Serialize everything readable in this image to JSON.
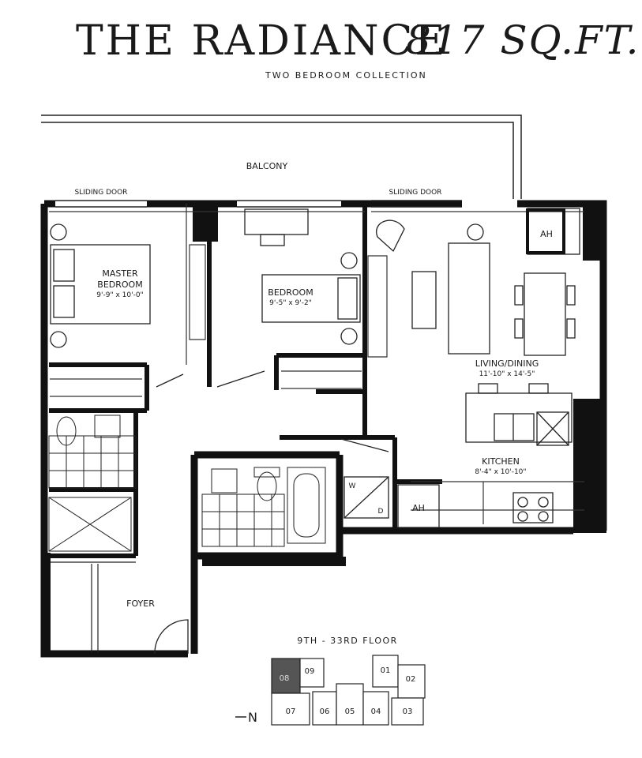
{
  "header": {
    "title": "THE RADIANCE",
    "area": "817 SQ.FT.",
    "collection": "TWO BEDROOM COLLECTION"
  },
  "rooms": {
    "balcony": "BALCONY",
    "sliding_door_left": "SLIDING DOOR",
    "sliding_door_right": "SLIDING DOOR",
    "master_line1": "MASTER",
    "master_line2": "BEDROOM",
    "master_dims": "9'-9\" x 10'-0\"",
    "bedroom": "BEDROOM",
    "bedroom_dims": "9'-5\" x 9'-2\"",
    "living": "LIVING/DINING",
    "living_dims": "11'-10\" x 14'-5\"",
    "kitchen": "KITCHEN",
    "kitchen_dims": "8'-4\" x 10'-10\"",
    "foyer": "FOYER",
    "ah_top": "AH",
    "ah_bottom": "AH",
    "washer": "W",
    "dryer": "D"
  },
  "keyplan": {
    "floor_label": "9TH - 33RD FLOOR",
    "units": [
      "09",
      "08",
      "01",
      "02",
      "07",
      "06",
      "05",
      "04",
      "03"
    ],
    "highlighted_unit": "08",
    "north_label": "N"
  }
}
